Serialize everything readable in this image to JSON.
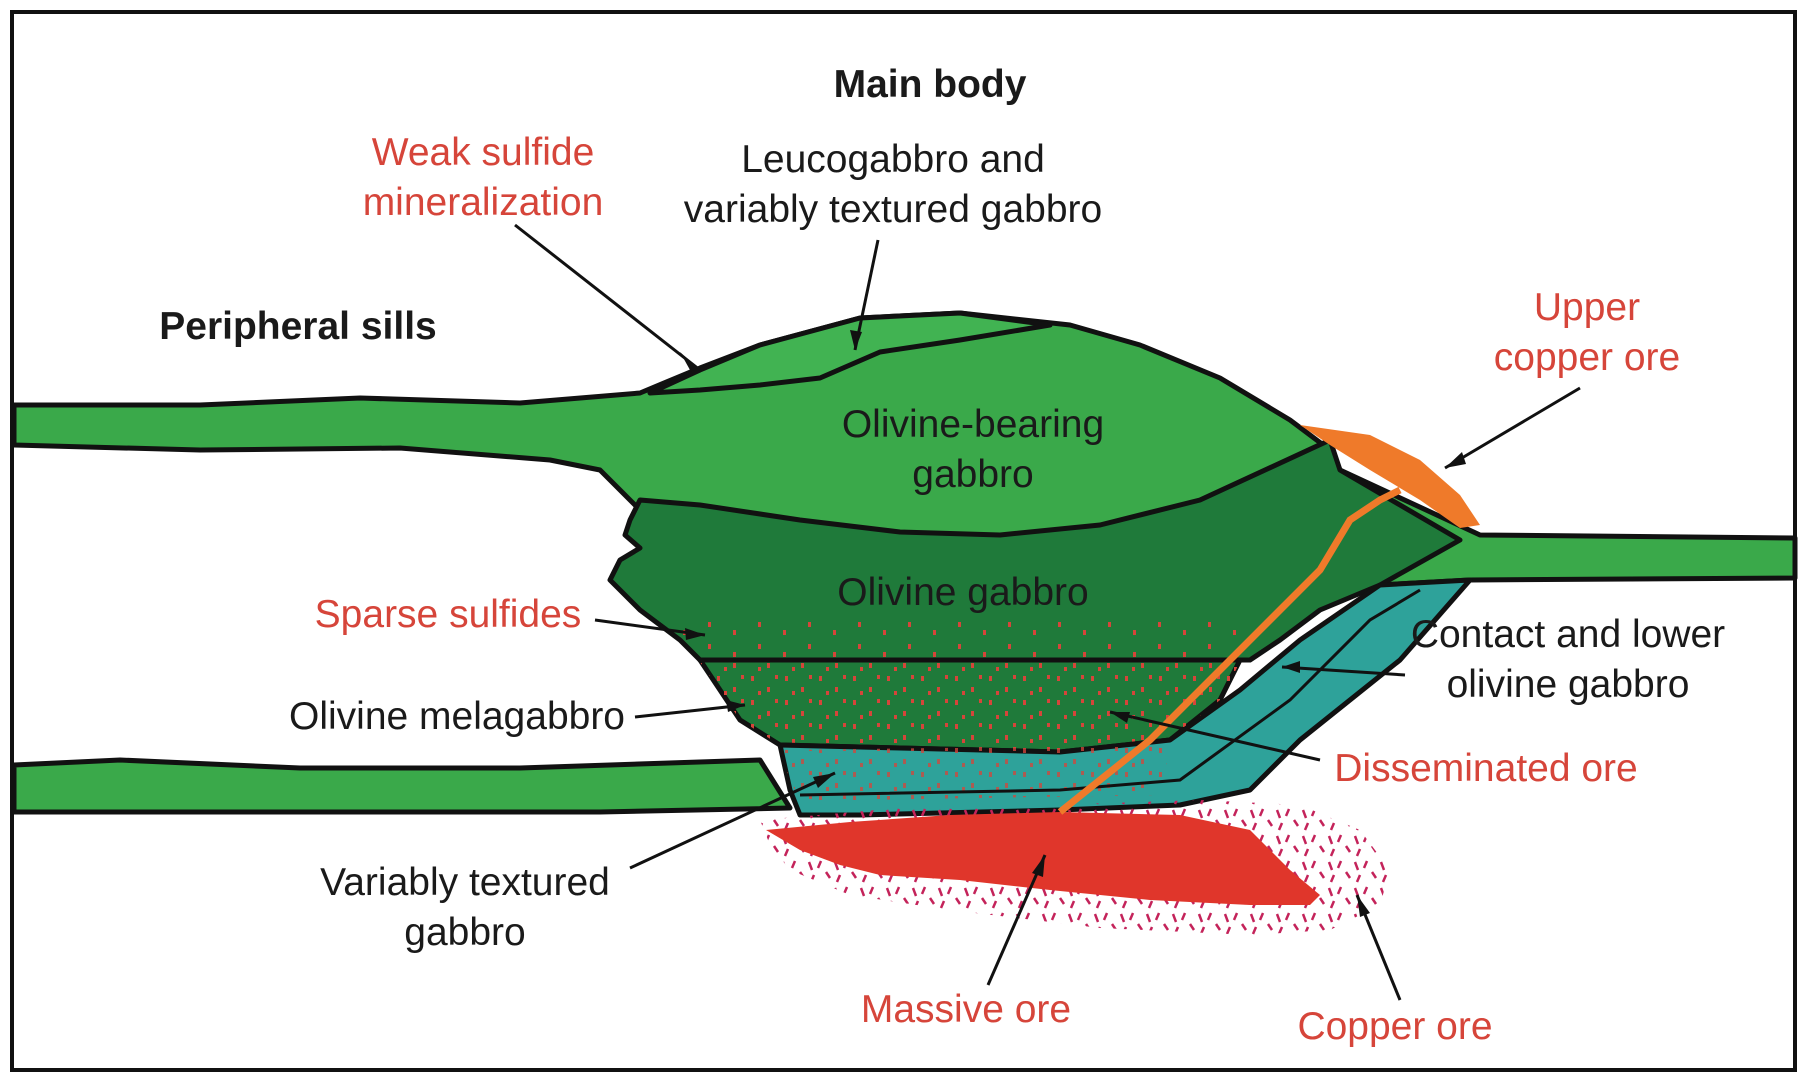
{
  "labels": {
    "main_body": "Main body",
    "peripheral_sills": "Peripheral sills",
    "weak_sulfide": [
      "Weak sulfide",
      "mineralization"
    ],
    "leucogabbro": [
      "Leucogabbro and",
      "variably textured gabbro"
    ],
    "upper_copper_ore": [
      "Upper",
      "copper ore"
    ],
    "olivine_bearing": [
      "Olivine-bearing",
      "gabbro"
    ],
    "olivine_gabbro": "Olivine gabbro",
    "sparse_sulfides": "Sparse sulfides",
    "contact_lower": [
      "Contact and lower",
      "olivine gabbro"
    ],
    "olivine_melagabbro": "Olivine melagabbro",
    "disseminated_ore": "Disseminated ore",
    "variably_textured": [
      "Variably textured",
      "gabbro"
    ],
    "massive_ore": "Massive ore",
    "copper_ore": "Copper ore"
  },
  "colors": {
    "light_green": "#3aa94a",
    "mid_green": "#2e8e42",
    "dark_green": "#1f7a3a",
    "teal": "#2ea29a",
    "orange": "#ef7a2a",
    "ore_red": "#e0362b",
    "speckle": "#c4235a",
    "label_red": "#d6453a",
    "label_black": "#1a1a1a"
  }
}
